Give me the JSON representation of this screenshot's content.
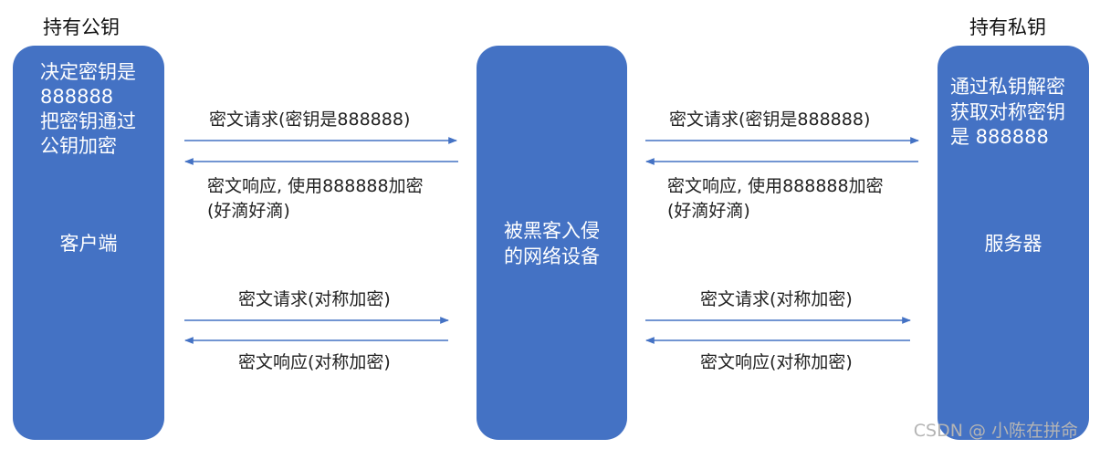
{
  "headings": {
    "client_title": "持有公钥",
    "server_title": "持有私钥"
  },
  "client": {
    "note_lines": [
      "决定密钥是",
      "888888",
      "把密钥通过",
      "公钥加密"
    ],
    "label": "客户端"
  },
  "middle": {
    "label_lines": [
      "被黑客入侵",
      "的网络设备"
    ]
  },
  "server": {
    "note_lines": [
      "通过私钥解密",
      "获取对称密钥",
      "是 888888"
    ],
    "label": "服务器"
  },
  "left_exchange": {
    "request1": "密文请求(密钥是888888)",
    "response1_lines": [
      "密文响应, 使用888888加密",
      "(好滴好滴)"
    ],
    "request2": "密文请求(对称加密)",
    "response2": "密文响应(对称加密)"
  },
  "right_exchange": {
    "request1": "密文请求(密钥是888888)",
    "response1_lines": [
      "密文响应, 使用888888加密",
      "(好滴好滴)"
    ],
    "request2": "密文请求(对称加密)",
    "response2": "密文响应(对称加密)"
  },
  "watermark": "CSDN @ 小陈在拼命",
  "colors": {
    "box_fill": "#4472c4",
    "arrow": "#4472c4"
  }
}
